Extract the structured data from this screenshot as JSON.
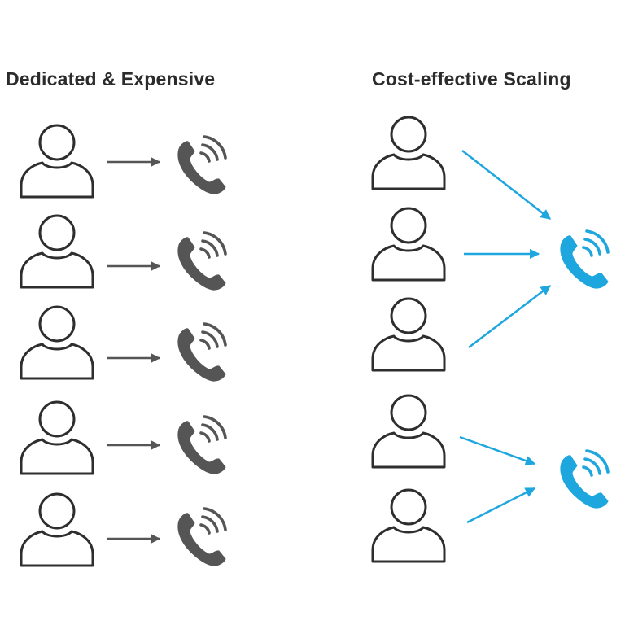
{
  "left_panel": {
    "title": "Dedicated & Expensive",
    "agent_count": 5,
    "phone_count": 5
  },
  "right_panel": {
    "title": "Cost-effective Scaling",
    "agent_count": 5,
    "phone_count": 2,
    "groups": [
      {
        "agents": [
          1,
          2,
          3
        ],
        "phone": 1
      },
      {
        "agents": [
          4,
          5
        ],
        "phone": 2
      }
    ]
  },
  "colors": {
    "outline": "#2e2e2e",
    "arrow_gray": "#555555",
    "phone_gray": "#555555",
    "accent_blue": "#1ea6df",
    "heading": "#2b2b2b"
  },
  "icons": {
    "agent": "person-outline-icon",
    "phone": "phone-handset-icon"
  }
}
